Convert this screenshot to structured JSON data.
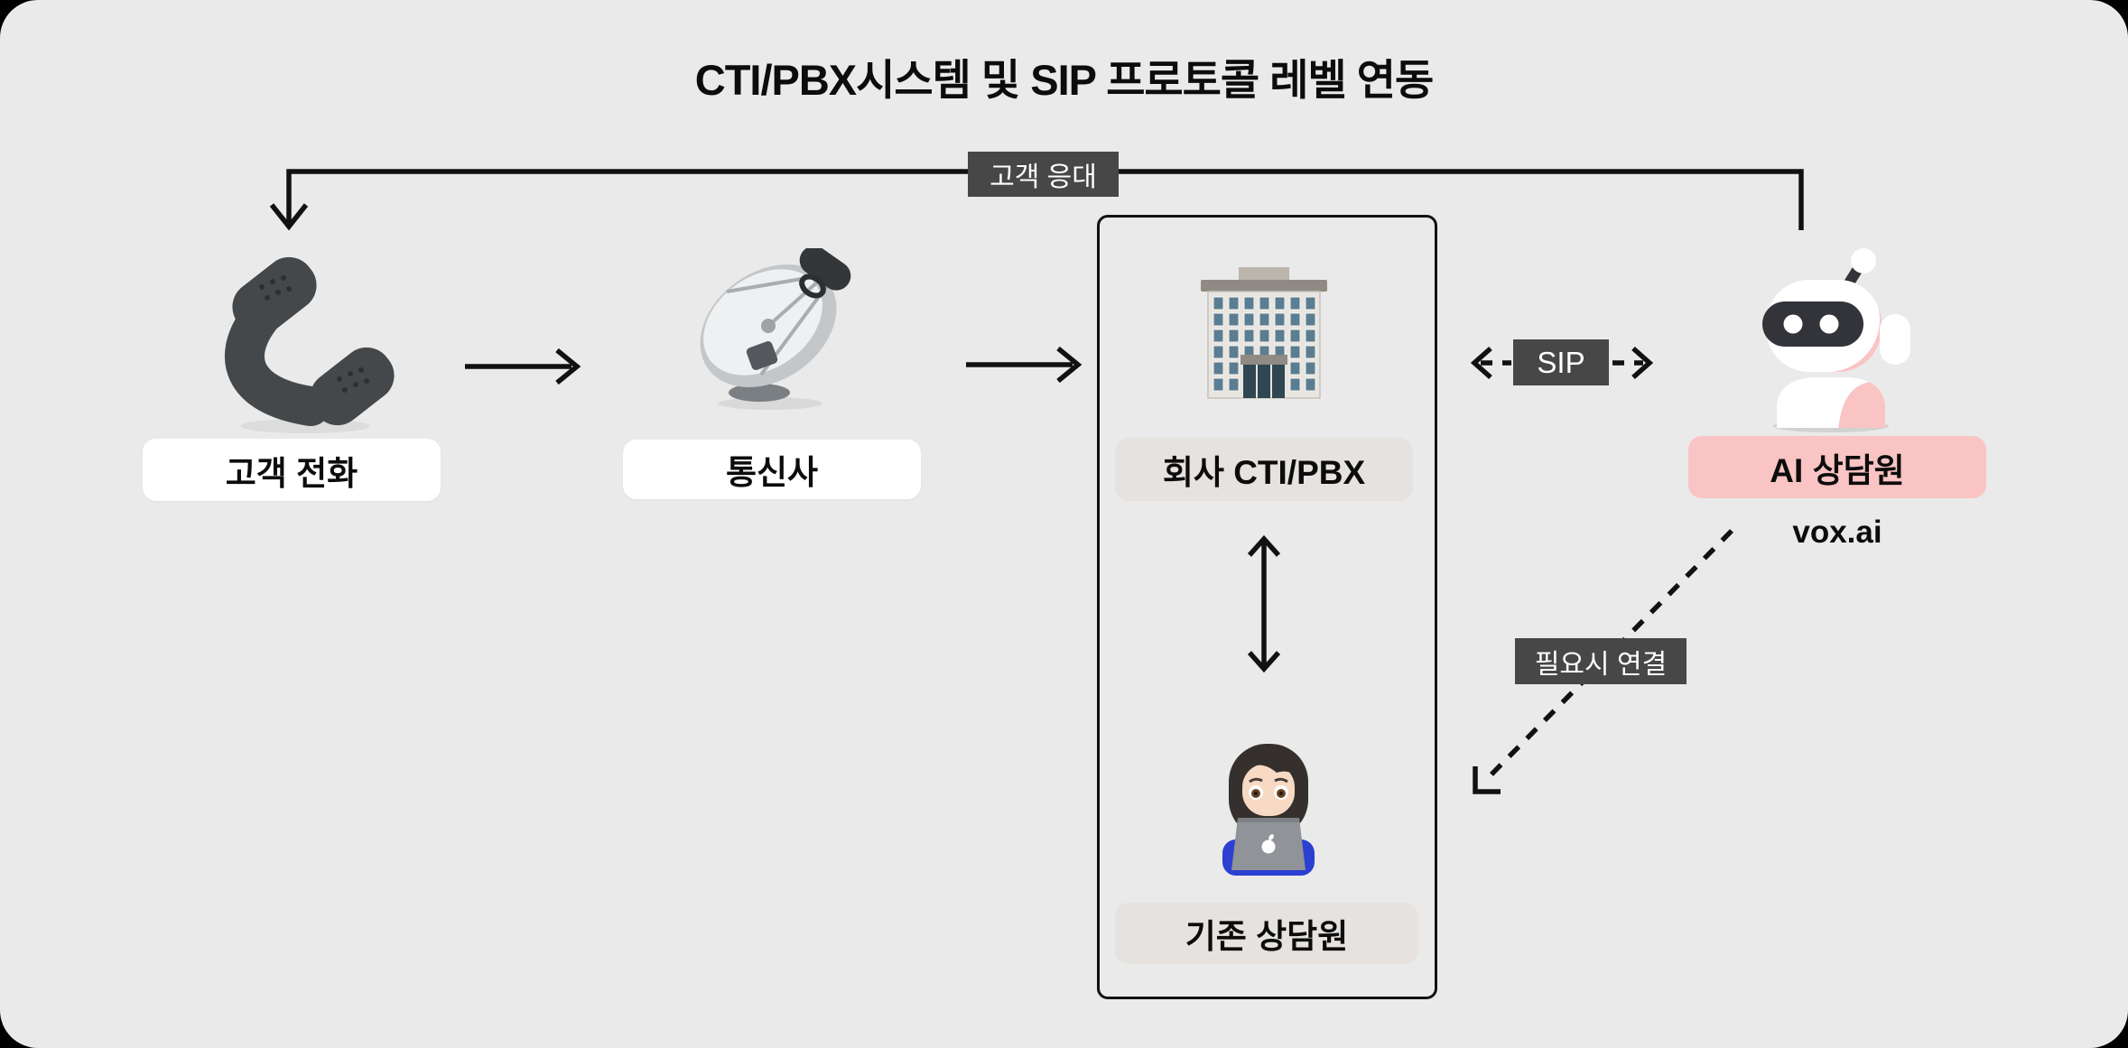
{
  "title": "CTI/PBX시스템 및 SIP 프로토콜 레벨 연동",
  "nodes": {
    "customer_phone": {
      "label": "고객 전화",
      "icon": "phone-receiver-icon"
    },
    "telecom": {
      "label": "통신사",
      "icon": "satellite-dish-icon"
    },
    "cti_pbx": {
      "label": "회사 CTI/PBX",
      "icon": "office-building-icon"
    },
    "existing_agent": {
      "label": "기존 상담원",
      "icon": "woman-technologist-laptop-icon"
    },
    "ai_agent": {
      "label": "AI 상담원",
      "caption": "vox.ai",
      "icon": "robot-icon"
    }
  },
  "edges": {
    "customer_service": {
      "label": "고객 응대",
      "style": "solid",
      "from": "ai_agent",
      "to": "customer_phone"
    },
    "phone_to_telecom": {
      "label": "",
      "style": "solid",
      "from": "customer_phone",
      "to": "telecom"
    },
    "telecom_to_pbx": {
      "label": "",
      "style": "solid",
      "from": "telecom",
      "to": "cti_pbx"
    },
    "pbx_internal": {
      "label": "",
      "style": "solid-double",
      "from": "cti_pbx",
      "to": "existing_agent"
    },
    "sip": {
      "label": "SIP",
      "style": "dashed-double",
      "from": "cti_pbx",
      "to": "ai_agent"
    },
    "connect_when_needed": {
      "label": "필요시 연결",
      "style": "dashed",
      "from": "ai_agent",
      "to": "existing_agent"
    }
  },
  "colors": {
    "page_behind": "#000000",
    "canvas_background": "#eaeaea",
    "line": "#111111",
    "badge_background": "#474747",
    "badge_text": "#ffffff",
    "label_white_background": "#ffffff",
    "label_gray_background": "#e5e2df",
    "label_pink_background": "#f9c4c3",
    "text": "#0c0c0c",
    "robot_pink": "#f9c4c3",
    "robot_visor": "#33333a"
  }
}
